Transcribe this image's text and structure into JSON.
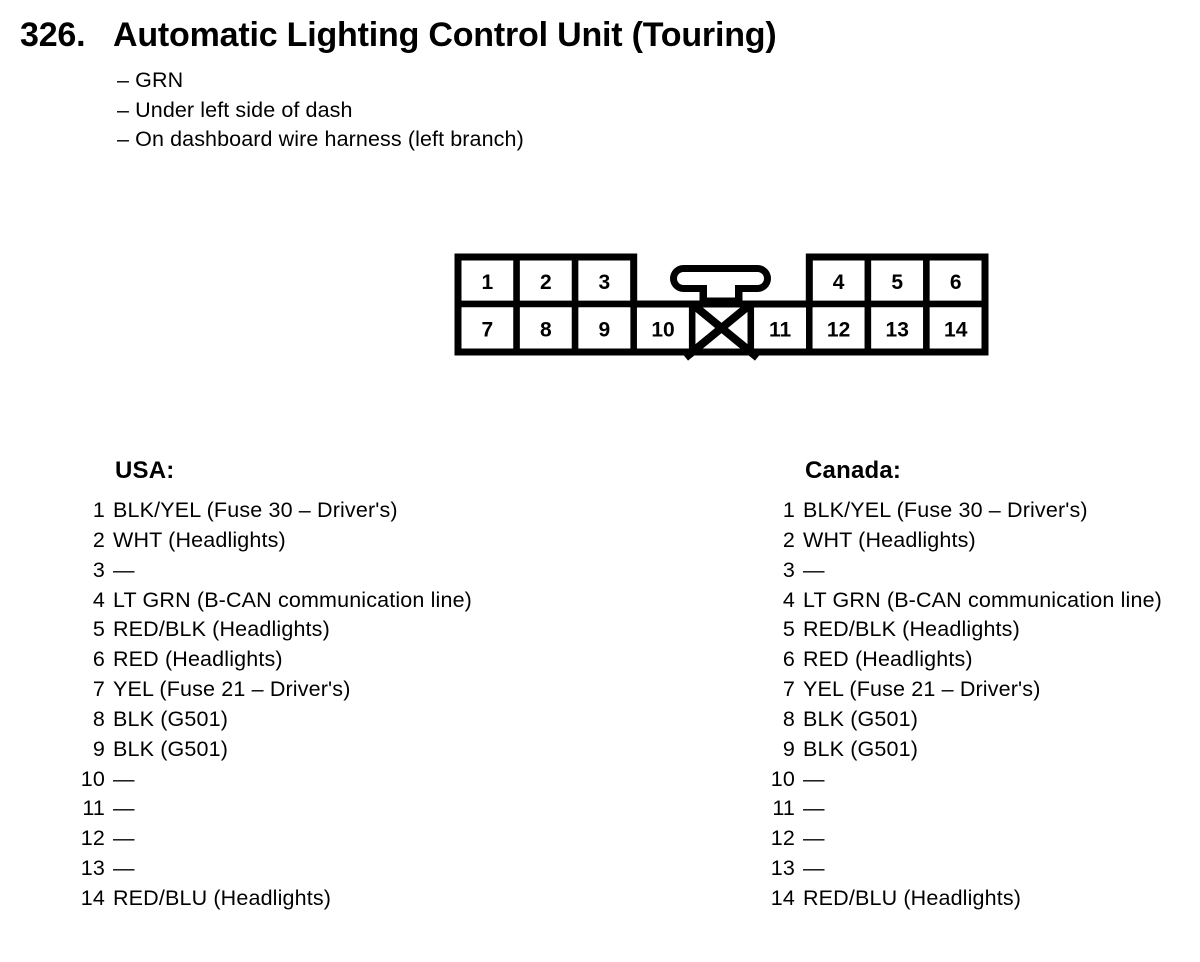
{
  "colors": {
    "ink": "#000000",
    "paper": "#ffffff"
  },
  "header": {
    "section_number": "326.",
    "title": "Automatic Lighting Control Unit (Touring)"
  },
  "notes": [
    "– GRN",
    "– Under left side of dash",
    "– On dashboard wire harness (left branch)"
  ],
  "connector": {
    "top_left_pins": [
      "1",
      "2",
      "3"
    ],
    "top_right_pins": [
      "4",
      "5",
      "6"
    ],
    "bottom_left_pins": [
      "7",
      "8",
      "9",
      "10"
    ],
    "bottom_right_pins": [
      "11",
      "12",
      "13",
      "14"
    ]
  },
  "pinouts": [
    {
      "region_label": "USA:",
      "pins": [
        {
          "num": "1",
          "label": "BLK/YEL (Fuse 30 – Driver's)"
        },
        {
          "num": "2",
          "label": "WHT (Headlights)"
        },
        {
          "num": "3",
          "label": "—"
        },
        {
          "num": "4",
          "label": "LT GRN (B-CAN communication line)"
        },
        {
          "num": "5",
          "label": "RED/BLK (Headlights)"
        },
        {
          "num": "6",
          "label": "RED (Headlights)"
        },
        {
          "num": "7",
          "label": "YEL (Fuse 21 – Driver's)"
        },
        {
          "num": "8",
          "label": "BLK (G501)"
        },
        {
          "num": "9",
          "label": "BLK (G501)"
        },
        {
          "num": "10",
          "label": "—"
        },
        {
          "num": "11",
          "label": "—"
        },
        {
          "num": "12",
          "label": "—"
        },
        {
          "num": "13",
          "label": "—"
        },
        {
          "num": "14",
          "label": "RED/BLU (Headlights)"
        }
      ]
    },
    {
      "region_label": "Canada:",
      "pins": [
        {
          "num": "1",
          "label": "BLK/YEL (Fuse 30 – Driver's)"
        },
        {
          "num": "2",
          "label": "WHT (Headlights)"
        },
        {
          "num": "3",
          "label": "—"
        },
        {
          "num": "4",
          "label": "LT GRN (B-CAN communication line)"
        },
        {
          "num": "5",
          "label": "RED/BLK (Headlights)"
        },
        {
          "num": "6",
          "label": "RED (Headlights)"
        },
        {
          "num": "7",
          "label": "YEL (Fuse 21 – Driver's)"
        },
        {
          "num": "8",
          "label": "BLK (G501)"
        },
        {
          "num": "9",
          "label": "BLK (G501)"
        },
        {
          "num": "10",
          "label": "—"
        },
        {
          "num": "11",
          "label": "—"
        },
        {
          "num": "12",
          "label": "—"
        },
        {
          "num": "13",
          "label": "—"
        },
        {
          "num": "14",
          "label": "RED/BLU (Headlights)"
        }
      ]
    }
  ]
}
